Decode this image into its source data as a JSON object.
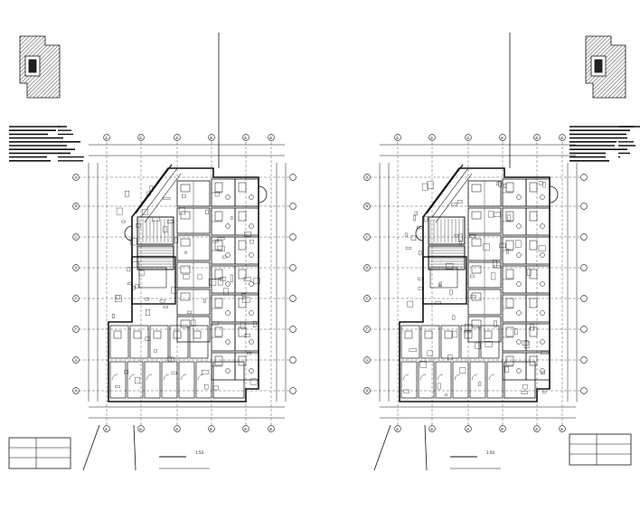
{
  "sheets": [
    {
      "id": "left",
      "title_block": "",
      "plan_title": "",
      "scale": "1:50",
      "note_label": "",
      "legend_title": "",
      "legend_rows": [
        [
          "",
          ""
        ],
        [
          "",
          ""
        ],
        [
          "",
          ""
        ]
      ],
      "column_axes": [
        "①",
        "②",
        "③",
        "④",
        "⑤",
        "⑥"
      ],
      "row_axes": [
        "Ⓐ",
        "Ⓑ",
        "Ⓒ",
        "Ⓓ",
        "Ⓔ",
        "Ⓕ",
        "Ⓖ",
        "Ⓗ"
      ]
    },
    {
      "id": "right",
      "title_block": "",
      "plan_title": "",
      "scale": "1:50",
      "note_label": "",
      "legend_title": "",
      "legend_rows": [
        [
          "",
          ""
        ],
        [
          "",
          ""
        ],
        [
          "",
          ""
        ]
      ],
      "column_axes": [
        "①",
        "②",
        "③",
        "④",
        "⑤",
        "⑥"
      ],
      "row_axes": [
        "Ⓐ",
        "Ⓑ",
        "Ⓒ",
        "Ⓓ",
        "Ⓔ",
        "Ⓕ",
        "Ⓖ",
        "Ⓗ"
      ]
    }
  ],
  "colors": {
    "line": "#111111",
    "background": "#ffffff"
  }
}
